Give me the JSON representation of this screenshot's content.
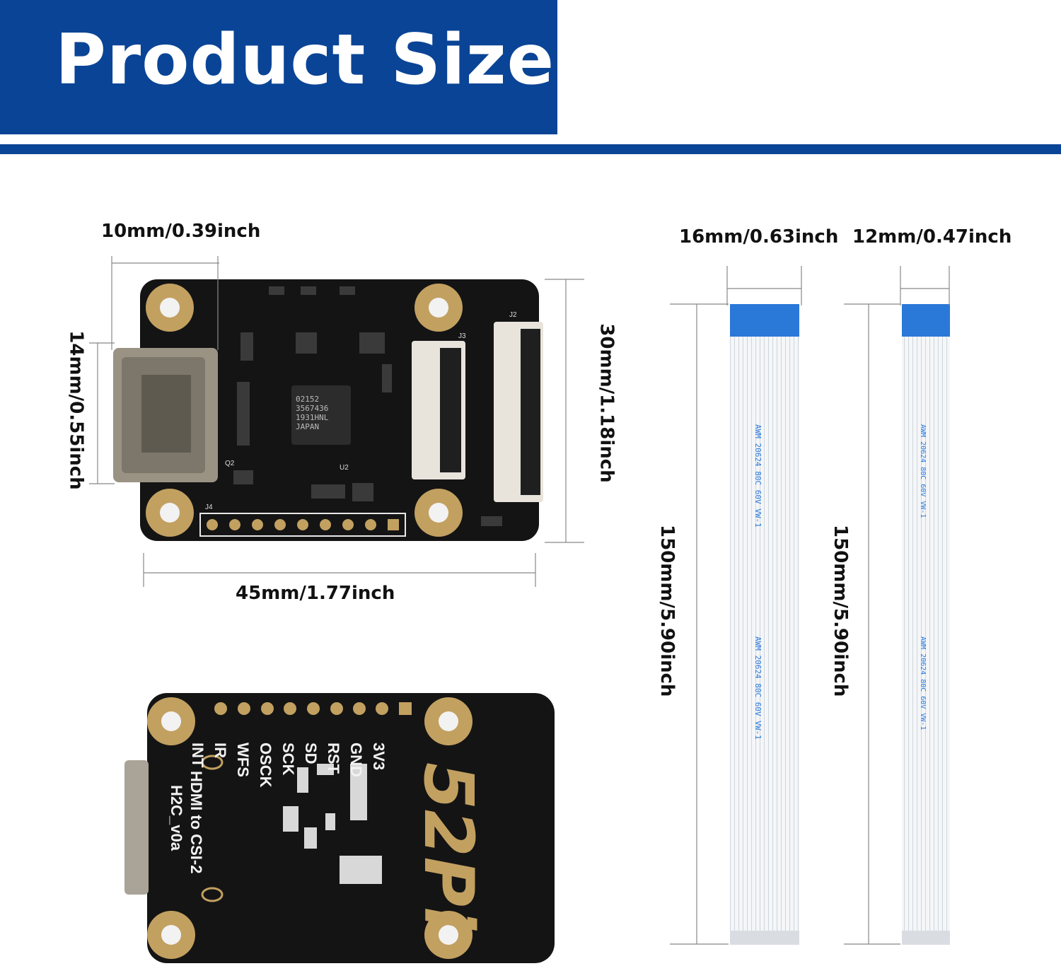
{
  "header": {
    "title": "Product Size"
  },
  "board_top": {
    "dim_hdmi_depth": "10mm/0.39inch",
    "dim_hdmi_width": "14mm/0.55inch",
    "dim_height": "30mm/1.18inch",
    "dim_length": "45mm/1.77inch",
    "chip_text": [
      "02152",
      "3567436",
      "1931HNL",
      "JAPAN"
    ],
    "labels": [
      "J2",
      "J3",
      "J4",
      "U2",
      "Q2"
    ]
  },
  "board_bottom": {
    "pins": [
      "3V3",
      "GND",
      "RST",
      "SD",
      "SCK",
      "OSCK",
      "WFS",
      "IR",
      "INT"
    ],
    "logo": "52Pi",
    "board_name": "HDMI to CSI-2",
    "board_version": "H2C_v0a"
  },
  "cables": {
    "wide_width": "16mm/0.63inch",
    "narrow_width": "12mm/0.47inch",
    "length_wide": "150mm/5.90inch",
    "length_narrow": "150mm/5.90inch",
    "print_text": "AWM 20624 80C 60V VW-1"
  },
  "colors": {
    "brand_blue": "#0a4496",
    "pcb": "#141414",
    "pad_gold": "#c2a060",
    "cable_stiffener": "#2a78d8"
  }
}
